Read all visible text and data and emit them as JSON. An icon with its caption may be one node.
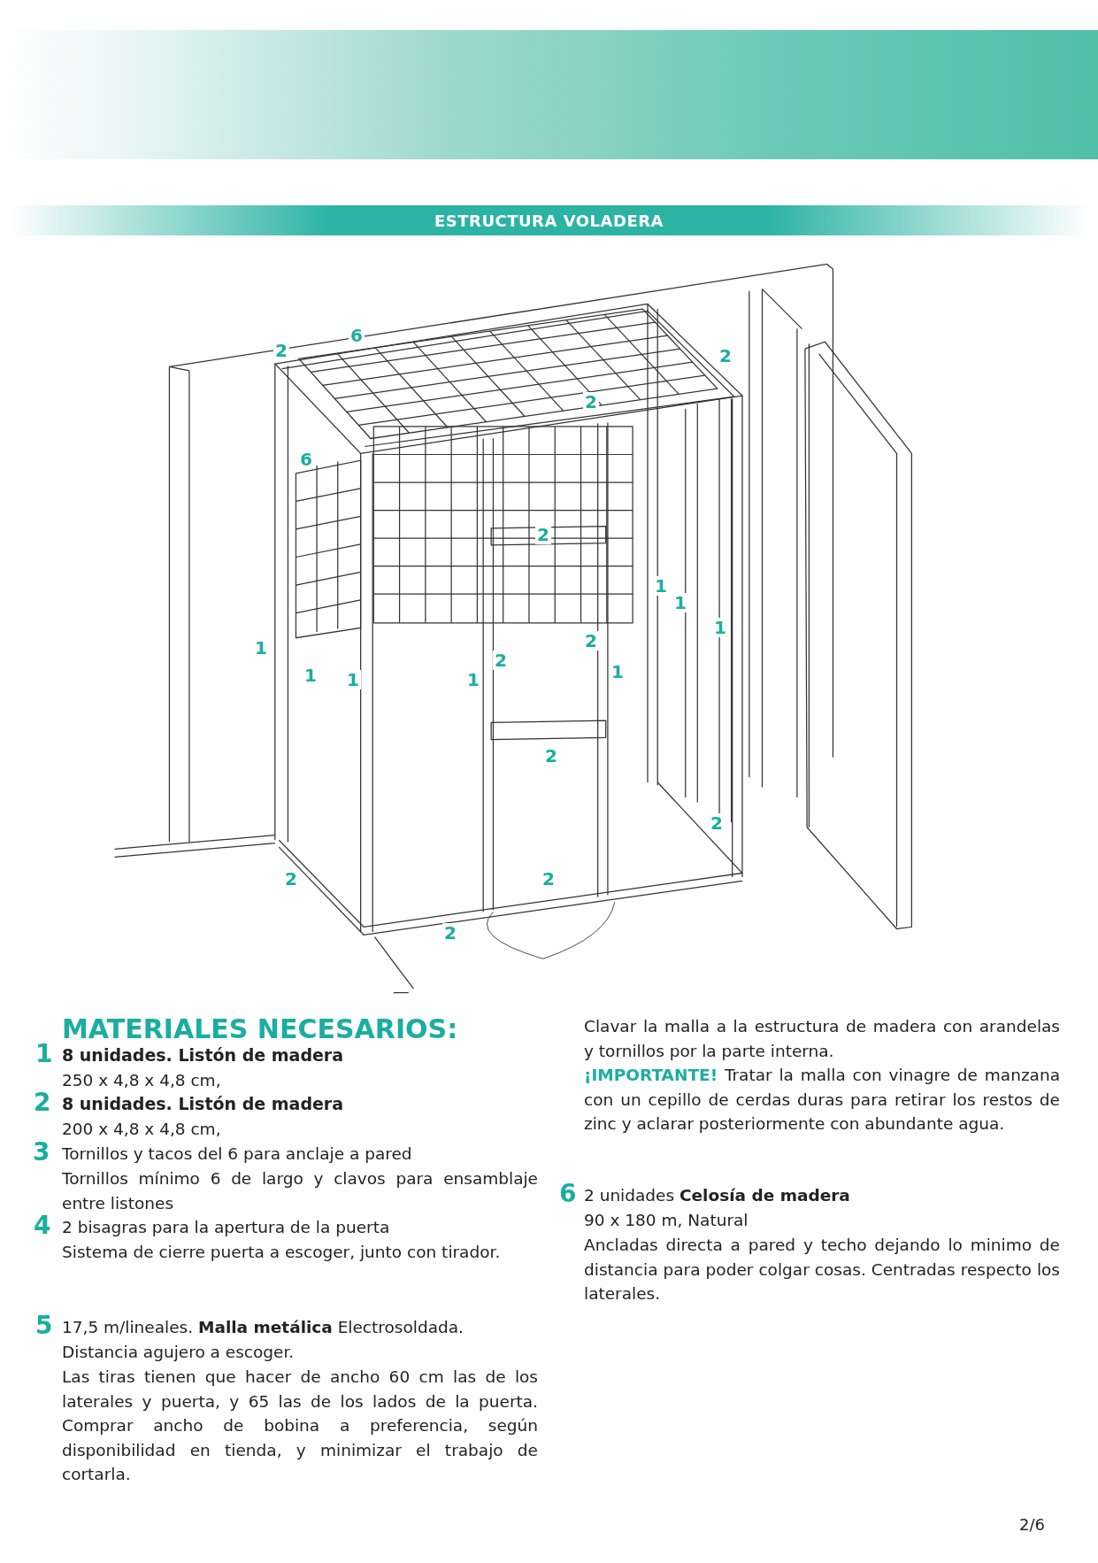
{
  "diagram": {
    "title": "ESTRUCTURA VOLADERA",
    "labels": [
      "6",
      "2",
      "2",
      "2",
      "6",
      "2",
      "1",
      "1",
      "1",
      "1",
      "2",
      "2",
      "1",
      "1",
      "1",
      "1",
      "2",
      "2",
      "2",
      "2",
      "2",
      "MATERIALES NECESARIOS:",
      "1",
      "8 unidades. Listón de madera",
      "250 x 4,8 x 4,8 cm,",
      "2",
      "8 unidades. Listón de madera",
      "200 x 4,8 x 4,8 cm,",
      "3",
      "Tornillos y tacos del 6 para anclaje a pared",
      "Tornillos mínimo 6 de largo y clavos para ensamblaje entre listones",
      "4",
      "2 bisagras para la apertura de la puerta",
      "Sistema de cierre puerta a escoger, junto con tirador.",
      "5",
      "17,5 m/lineales. **Malla metálica** Electrosoldada.",
      "Distancia agujero a escoger.",
      "Las tiras tienen que hacer de ancho 60 cm las de los laterales y puerta, y 65 las de los lados de la puerta. Comprar ancho de bobina a preferencia, según disponibilidad en tienda, y minimizar el trabajo de cortarla.",
      "Clavar la malla a la estructura de madera con arandelas y tornillos por la parte interna.",
      "**¡IMPORTANTE!** Tratar la malla con vinagre de manzana con un cepillo de cerdas duras para retirar los restos de zinc y aclarar posteriormente con abundante agua.",
      "6",
      "2 unidades **Celosía de madera**",
      "90 x 180 m, Natural",
      "Ancladas directa a pared y techo dejando lo minimo de distancia para poder colgar cosas. Centradas respecto los laterales.",
      "2/6"
    ]
  }
}
